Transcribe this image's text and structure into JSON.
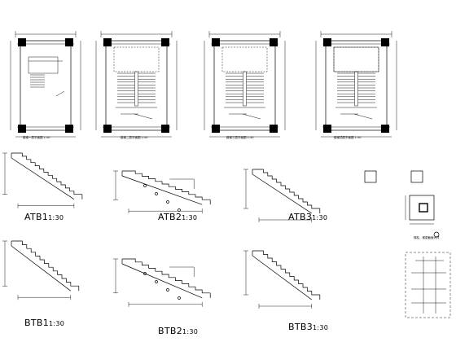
{
  "labels": {
    "atb1": "ATB1",
    "atb2": "ATB2",
    "atb3": "ATB3",
    "btb1": "BTB1",
    "btb2": "BTB2",
    "btb3": "BTB3",
    "scale_30": "1:30"
  },
  "plan_captions": [
    "楼梯一层平面图 1:50",
    "楼梯二层平面图 1:50",
    "楼梯三层平面图 1:50",
    "楼梯顶层平面图 1:50"
  ],
  "detail_caption": "梯柱、梯梁截面大样",
  "colors": {
    "line": "#000000",
    "background": "#ffffff"
  }
}
